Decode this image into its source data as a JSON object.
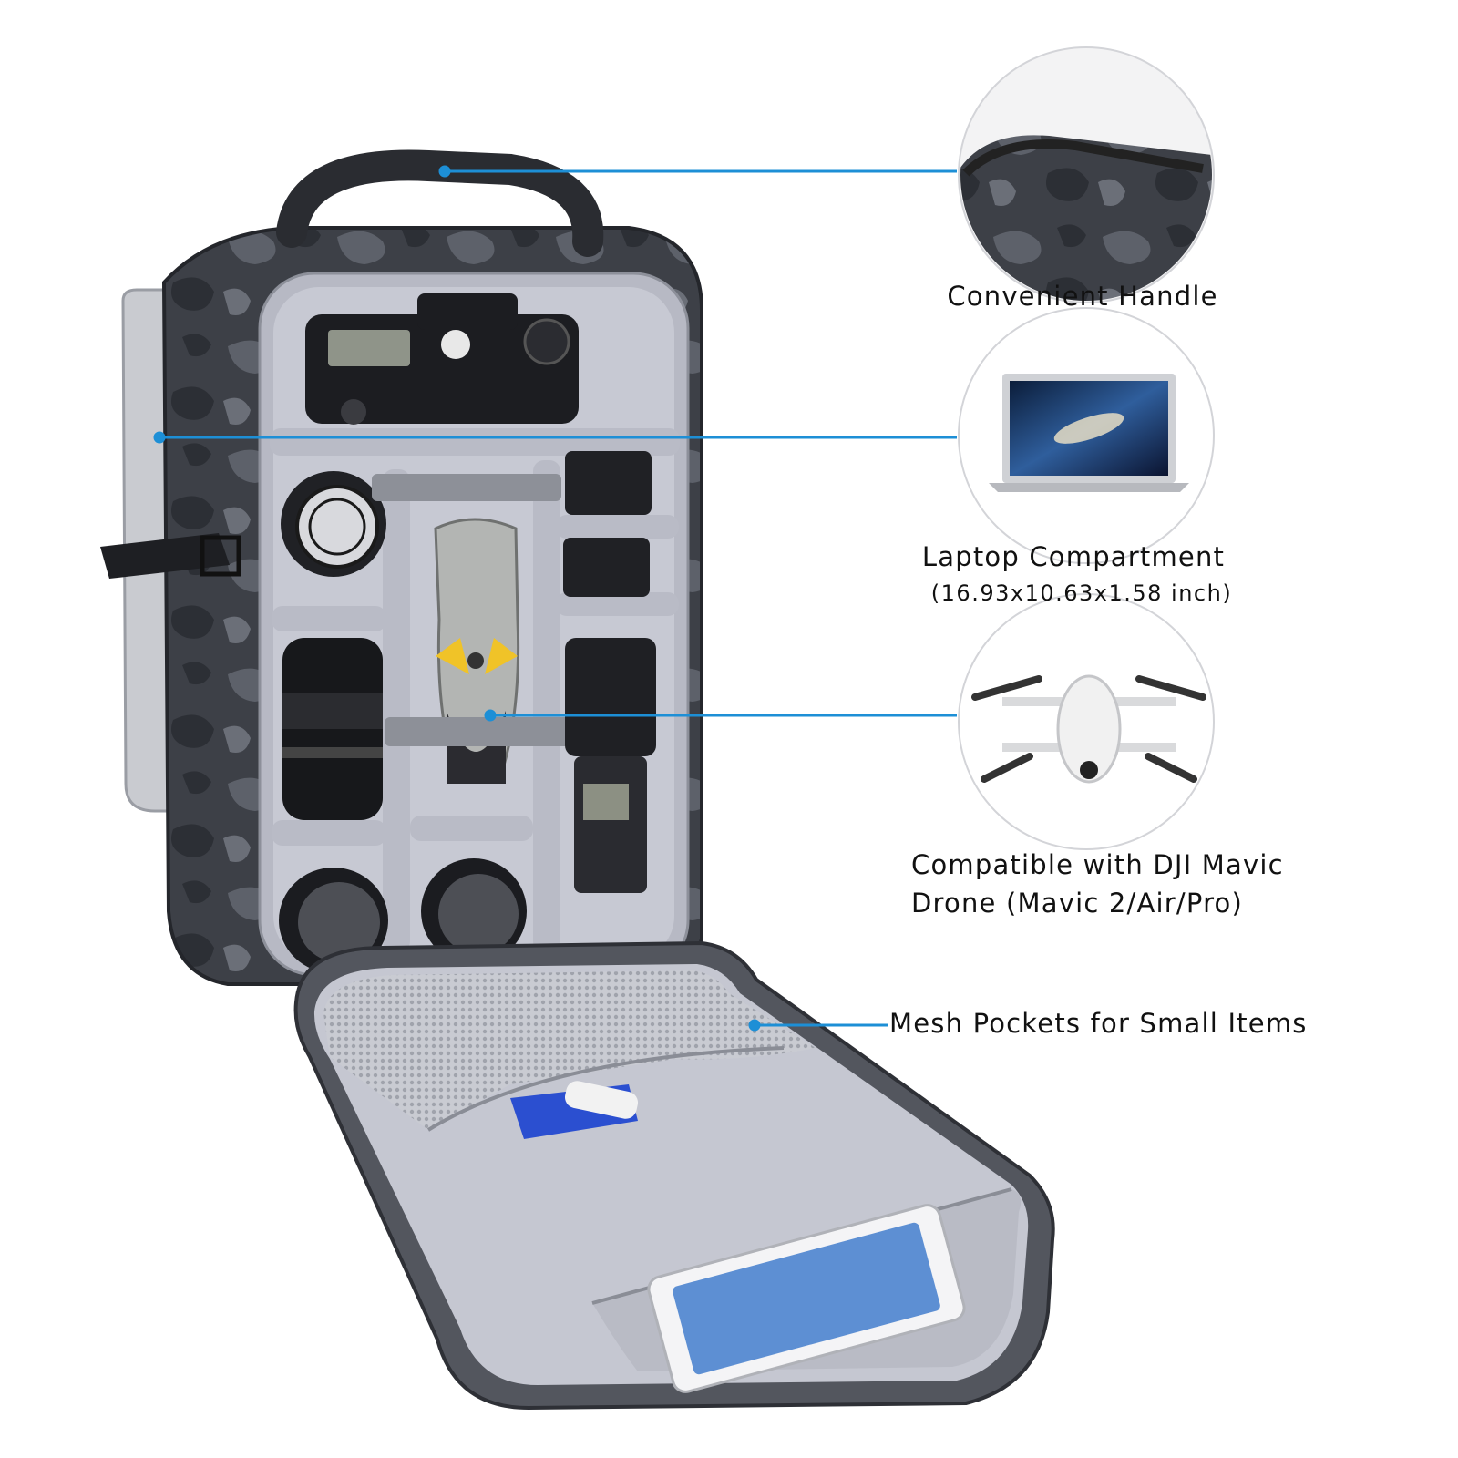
{
  "accent_color": "#1d8fd6",
  "features": [
    {
      "id": "handle",
      "title": "Convenient Handle",
      "subtitle": "",
      "icon": "handle-closeup-icon"
    },
    {
      "id": "laptop",
      "title": "Laptop Compartment",
      "subtitle": "(16.93x10.63x1.58 inch)",
      "icon": "laptop-icon"
    },
    {
      "id": "drone",
      "title": "Compatible with DJI Mavic",
      "subtitle": "Drone (Mavic 2/Air/Pro)",
      "icon": "drone-icon"
    },
    {
      "id": "mesh",
      "title": "Mesh Pockets for Small Items",
      "subtitle": "",
      "icon": "mesh-pocket-icon"
    }
  ]
}
